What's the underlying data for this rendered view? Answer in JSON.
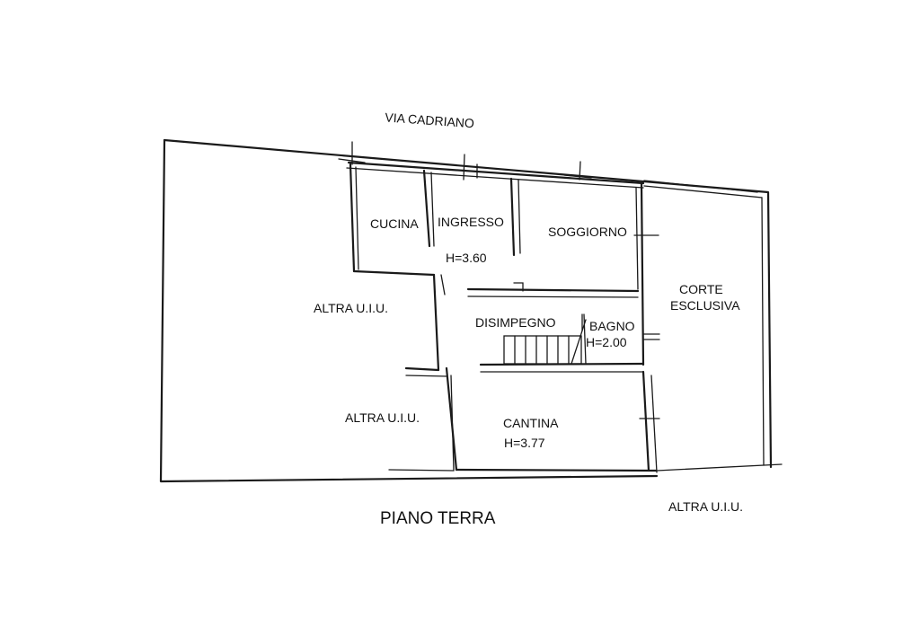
{
  "street": "VIA CADRIANO",
  "rooms": {
    "cucina": "CUCINA",
    "ingresso": "INGRESSO",
    "soggiorno": "SOGGIORNO",
    "height_main": "H=3.60",
    "altra_1": "ALTRA U.I.U.",
    "disimpegno": "DISIMPEGNO",
    "bagno": "BAGNO",
    "height_bagno": "H=2.00",
    "corte": "CORTE",
    "esclusiva": "ESCLUSIVA",
    "altra_2": "ALTRA U.I.U.",
    "cantina": "CANTINA",
    "height_cantina": "H=3.77",
    "altra_3": "ALTRA U.I.U."
  },
  "floor_title": "PIANO TERRA"
}
